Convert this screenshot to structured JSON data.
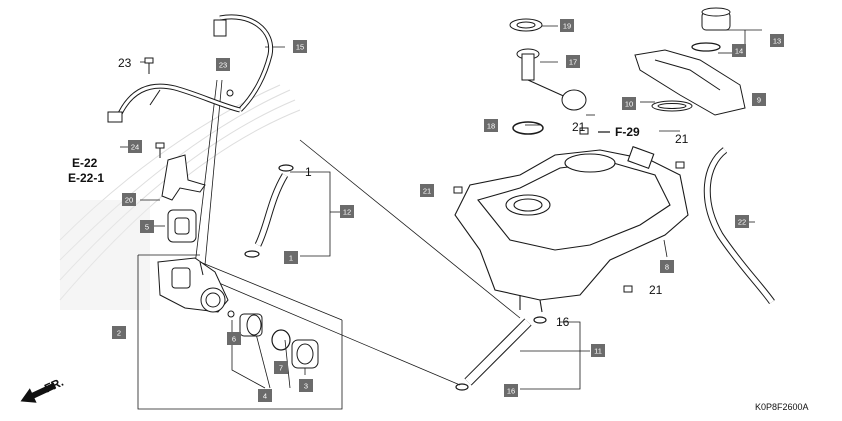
{
  "diagram": {
    "code": "K0P8F2600A",
    "front_arrow": "FR.",
    "refs": {
      "e22": "E-22",
      "e221": "E-22-1",
      "f29": "F-29"
    },
    "callouts": {
      "p1a": "1",
      "p1b": "1",
      "p2": "2",
      "p3": "3",
      "p4": "4",
      "p5": "5",
      "p6": "6",
      "p7": "7",
      "p8": "8",
      "p9": "9",
      "p10": "10",
      "p11": "11",
      "p12": "12",
      "p13a": "13",
      "p13b": "13",
      "p14": "14",
      "p15": "15",
      "p16a": "16",
      "p16b": "16",
      "p17": "17",
      "p18": "18",
      "p19": "19",
      "p20": "20",
      "p21a": "21",
      "p21b": "21",
      "p21c": "21",
      "p21d": "21",
      "p22": "22",
      "p23a": "23",
      "p23b": "23",
      "p24": "24"
    },
    "colors": {
      "line": "#1a1a1a",
      "box": "#6b6b6b",
      "watermark": "#d9d9d9"
    }
  }
}
